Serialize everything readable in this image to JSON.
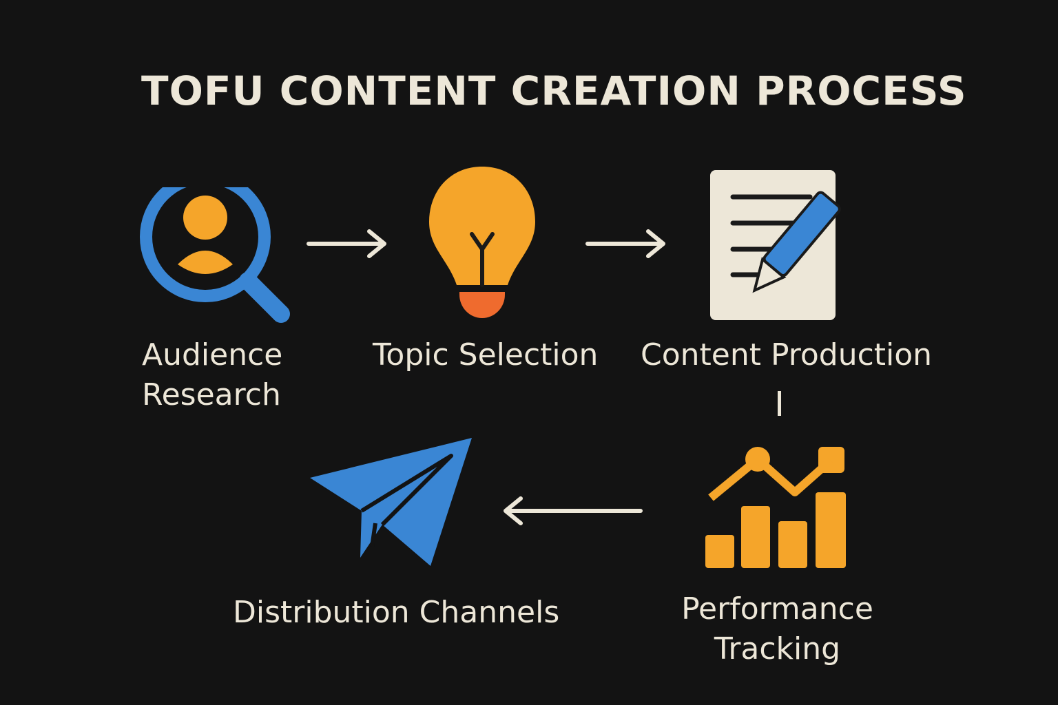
{
  "title": "TOFU CONTENT CREATION PROCESS",
  "steps": [
    {
      "label_line1": "Audience",
      "label_line2": "Research",
      "icon": "magnifier-person-icon"
    },
    {
      "label": "Topic Selection",
      "icon": "lightbulb-icon"
    },
    {
      "label": "Content Production",
      "icon": "document-pencil-icon"
    },
    {
      "label_line1": "Performance",
      "label_line2": "Tracking",
      "icon": "bar-chart-trend-icon"
    },
    {
      "label": "Distribution Channels",
      "icon": "paper-plane-icon"
    }
  ],
  "colors": {
    "background": "#131313",
    "text": "#ede7d8",
    "blue": "#3a86d4",
    "orange": "#f5a52a",
    "red_orange": "#ef6b2e"
  }
}
